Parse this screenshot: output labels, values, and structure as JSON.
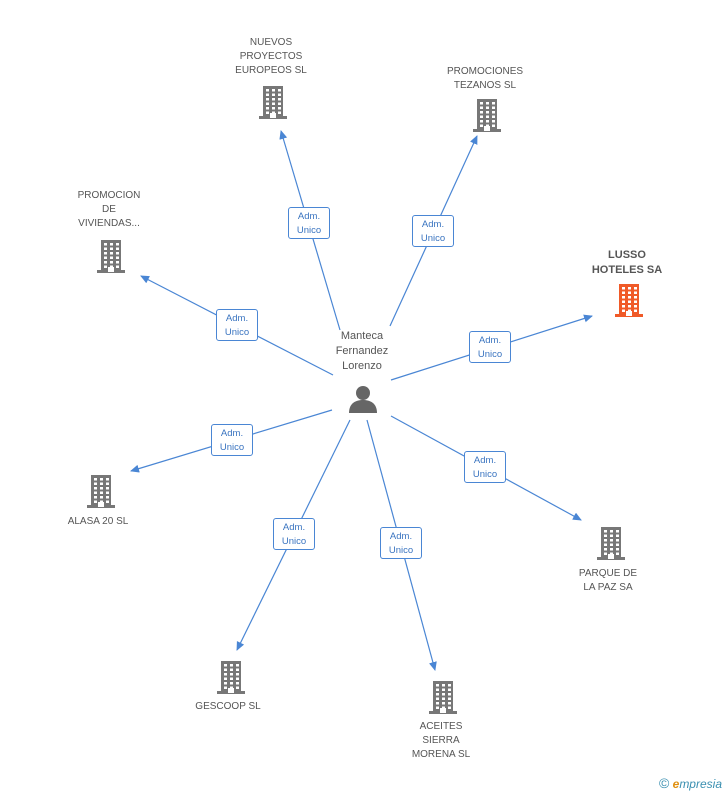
{
  "center": {
    "label": "Manteca\nFernandez\nLorenzo",
    "icon": "person-icon"
  },
  "relation_label": "Adm.\nUnico",
  "nodes": [
    {
      "id": "nuevos",
      "label": "NUEVOS\nPROYECTOS\nEUROPEOS SL",
      "highlight": false
    },
    {
      "id": "tezanos",
      "label": "PROMOCIONES\nTEZANOS SL",
      "highlight": false
    },
    {
      "id": "viviendas",
      "label": "PROMOCION\nDE\nVIVIENDAS...",
      "highlight": false
    },
    {
      "id": "lusso",
      "label": "LUSSO\nHOTELES SA",
      "highlight": true
    },
    {
      "id": "alasa",
      "label": "ALASA 20 SL",
      "highlight": false
    },
    {
      "id": "parque",
      "label": "PARQUE DE\nLA PAZ SA",
      "highlight": false
    },
    {
      "id": "gescoop",
      "label": "GESCOOP SL",
      "highlight": false
    },
    {
      "id": "aceites",
      "label": "ACEITES\nSIERRA\nMORENA SL",
      "highlight": false
    }
  ],
  "colors": {
    "edge": "#4a86d4",
    "building": "#777777",
    "highlight": "#f05a28"
  },
  "footer": {
    "copyright": "©",
    "brand_initial": "e",
    "brand_rest": "mpresia"
  }
}
